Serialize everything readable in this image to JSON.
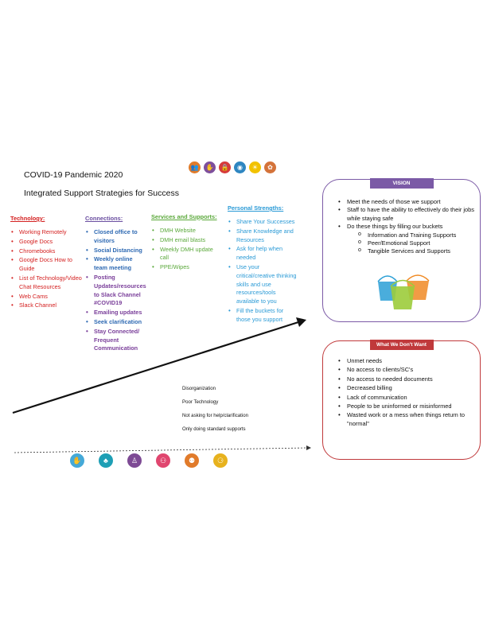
{
  "header": {
    "title": "COVID-19 Pandemic 2020",
    "subtitle": "Integrated Support Strategies for Success"
  },
  "top_icons": [
    {
      "name": "people-icon",
      "color": "#e07b2a",
      "glyph": "👥"
    },
    {
      "name": "hand-icon",
      "color": "#7e4f9c",
      "glyph": "✋"
    },
    {
      "name": "lock-icon",
      "color": "#d63b3b",
      "glyph": "🔒"
    },
    {
      "name": "shield-icon",
      "color": "#2e86c1",
      "glyph": "◉"
    },
    {
      "name": "sun-icon",
      "color": "#f2c200",
      "glyph": "☀"
    },
    {
      "name": "basket-icon",
      "color": "#d4733a",
      "glyph": "✿"
    }
  ],
  "columns": {
    "technology": {
      "heading": "Technology:",
      "color": "#d42020",
      "items": [
        "Working Remotely",
        "Google Docs",
        "Chromebooks",
        "Google Docs How to Guide",
        "List of Technology/Video Chat Resources",
        "Web Cams",
        "Slack Channel"
      ]
    },
    "connections": {
      "heading": "Connections:",
      "color": "#6a4ea0",
      "items": [
        {
          "text": "Closed office to visitors",
          "color": "#2f6ab3"
        },
        {
          "text": "Social Distancing",
          "color": "#2f6ab3"
        },
        {
          "text": "Weekly online team meeting",
          "color": "#2f6ab3"
        },
        {
          "text": "Posting Updates/resources to Slack Channel #COVID19",
          "color": "#7a3f9a"
        },
        {
          "text": "Emailing updates",
          "color": "#7a3f9a"
        },
        {
          "text": "Seek clarification",
          "color": "#2f6ab3"
        },
        {
          "text": "Stay Connected/ Frequent Communication",
          "color": "#7a3f9a"
        }
      ]
    },
    "services": {
      "heading": "Services and Supports:",
      "color": "#5aa83a",
      "items": [
        "DMH Website",
        "DMH email blasts",
        "Weekly DMH update call",
        "PPE/Wipes"
      ]
    },
    "personal": {
      "heading": "Personal Strengths:",
      "color": "#2a9ad6",
      "items": [
        "Share Your Successes",
        "Share Knowledge and Resources",
        "Ask for help when needed",
        "Use your critical/creative thinking skills and use resources/tools available to you",
        "Fill the buckets for those you support"
      ]
    }
  },
  "vision": {
    "heading": "VISION",
    "color": "#7b5aa6",
    "items": [
      "Meet the needs of those we support",
      "Staff to have the ability to effectively do their jobs while staying safe",
      "Do these things by filling our buckets"
    ],
    "sub_items": [
      "Information and Training Supports",
      "Peer/Emotional Support",
      "Tangible Services and Supports"
    ]
  },
  "dont_want": {
    "heading": "What We Don't Want",
    "color": "#c0393b",
    "items": [
      "Unmet needs",
      "No access to clients/SC's",
      "No access to needed documents",
      "Decreased billing",
      "Lack of communication",
      "People to be uninformed or misinformed",
      "Wasted work or a mess when things return to \"normal\""
    ]
  },
  "obstacles": [
    "Disorganization",
    "Poor Technology",
    "Not asking for help/clarification",
    "Only doing standard supports"
  ],
  "bottom_icons": [
    {
      "name": "helping-hand-icon",
      "color": "#45a9d8",
      "glyph": "✋"
    },
    {
      "name": "community-icon",
      "color": "#1e9fb5",
      "glyph": "♣"
    },
    {
      "name": "walking-person-icon",
      "color": "#7d4a94",
      "glyph": "♙"
    },
    {
      "name": "group-icon",
      "color": "#e0466f",
      "glyph": "⚇"
    },
    {
      "name": "family-icon",
      "color": "#e17b2b",
      "glyph": "⚉"
    },
    {
      "name": "couple-icon",
      "color": "#e7b21e",
      "glyph": "⚆"
    }
  ],
  "bucket_colors": [
    "#2a9fd6",
    "#f08a24",
    "#9ccc3b"
  ]
}
